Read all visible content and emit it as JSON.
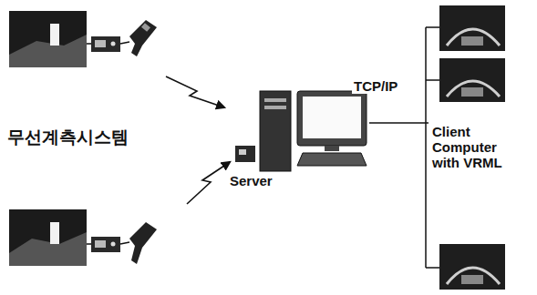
{
  "diagram": {
    "nodes": [
      {
        "text": [
          "Server"
        ]
      },
      {
        "text": [
          "Client Computer with VRML"
        ]
      }
    ],
    "edges": [
      {
        "from": 0,
        "to": 1,
        "arrow": "none",
        "label": "TCP/IP"
      }
    ],
    "labels": [
      "무선계측시스템"
    ]
  }
}
